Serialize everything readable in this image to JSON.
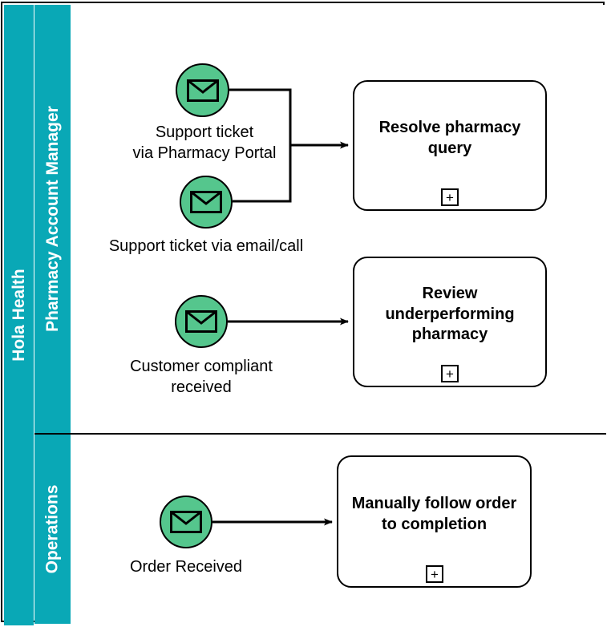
{
  "diagram": {
    "type": "bpmn-pool",
    "pool_name": "Hola Health",
    "lanes": [
      {
        "name": "Pharmacy Account Manager"
      },
      {
        "name": "Operations"
      }
    ]
  },
  "events": [
    {
      "id": "evt-support-portal",
      "icon": "envelope-icon",
      "label": "Support ticket\nvia Pharmacy Portal",
      "lane": "Pharmacy Account Manager"
    },
    {
      "id": "evt-support-email",
      "icon": "envelope-icon",
      "label": "Support ticket via email/call",
      "lane": "Pharmacy Account Manager"
    },
    {
      "id": "evt-customer-complaint",
      "icon": "envelope-icon",
      "label": "Customer compliant\nreceived",
      "lane": "Pharmacy Account Manager"
    },
    {
      "id": "evt-order-received",
      "icon": "envelope-icon",
      "label": "Order Received",
      "lane": "Operations"
    }
  ],
  "tasks": [
    {
      "id": "task-resolve-query",
      "label": "Resolve pharmacy query",
      "marker": "+",
      "lane": "Pharmacy Account Manager"
    },
    {
      "id": "task-review-pharmacy",
      "label": "Review underperforming pharmacy",
      "marker": "+",
      "lane": "Pharmacy Account Manager"
    },
    {
      "id": "task-follow-order",
      "label": "Manually follow order to completion",
      "marker": "+",
      "lane": "Operations"
    }
  ],
  "colors": {
    "lane_header": "#09A8B6",
    "event_fill": "#55C68D",
    "stroke": "#000000",
    "canvas": "#FFFFFF"
  }
}
